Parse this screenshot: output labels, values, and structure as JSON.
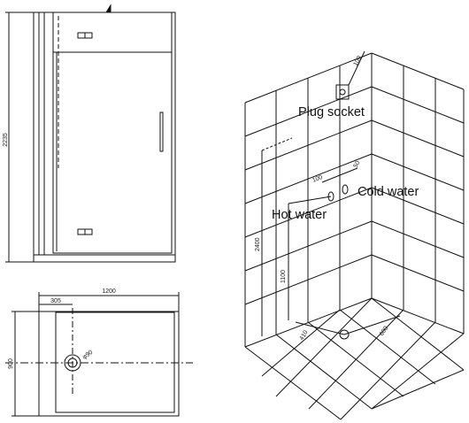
{
  "front_view": {
    "height_label": "2235"
  },
  "plan_view": {
    "width_label": "1200",
    "depth_label": "900",
    "offset_label": "305",
    "drain_label": "φ90"
  },
  "room_view": {
    "labels": {
      "plug_socket": "Plug socket",
      "cold_water": "Cold water",
      "hot_water": "Hot water"
    },
    "dims": {
      "socket_offset": "100",
      "pipe_offset_a": "100",
      "pipe_offset_b": "50",
      "wall_height": "2400",
      "pipe_height": "1100",
      "drain_x": "410",
      "drain_y": "600"
    }
  }
}
